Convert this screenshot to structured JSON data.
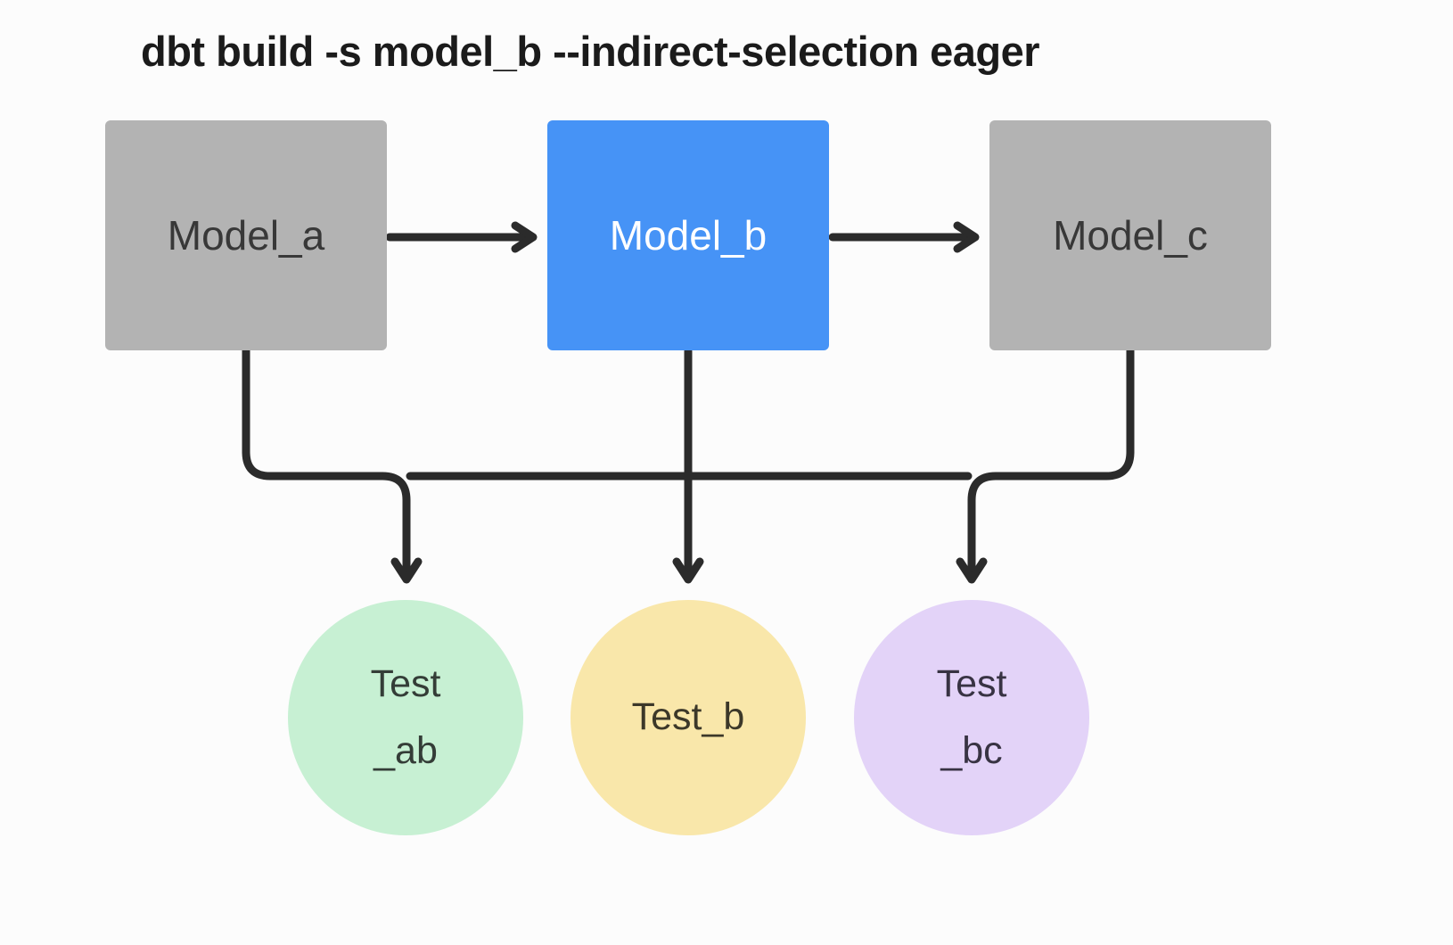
{
  "title": "dbt build -s model_b --indirect-selection eager",
  "canvas": {
    "background": "#fcfcfc",
    "edge_color": "#2b2b2b"
  },
  "models": [
    {
      "id": "model_a",
      "label": "Model_a",
      "fill": "#b3b3b3",
      "text_color": "#383838",
      "selected": false
    },
    {
      "id": "model_b",
      "label": "Model_b",
      "fill": "#4693f6",
      "text_color": "#ffffff",
      "selected": true
    },
    {
      "id": "model_c",
      "label": "Model_c",
      "fill": "#b3b3b3",
      "text_color": "#383838",
      "selected": false
    }
  ],
  "tests": [
    {
      "id": "test_ab",
      "line1": "Test",
      "line2": "_ab",
      "fill": "#c7f0d3",
      "text_color": "#343d37"
    },
    {
      "id": "test_b",
      "line1": "Test_b",
      "line2": "",
      "fill": "#f9e7aa",
      "text_color": "#3c3829"
    },
    {
      "id": "test_bc",
      "line1": "Test",
      "line2": "_bc",
      "fill": "#e3d3f8",
      "text_color": "#383343"
    }
  ],
  "edges": [
    {
      "from": "model_a",
      "to": "model_b"
    },
    {
      "from": "model_b",
      "to": "model_c"
    },
    {
      "from": "model_a",
      "to": "test_ab"
    },
    {
      "from": "model_b",
      "to": "test_ab"
    },
    {
      "from": "model_b",
      "to": "test_b"
    },
    {
      "from": "model_b",
      "to": "test_bc"
    },
    {
      "from": "model_c",
      "to": "test_bc"
    }
  ]
}
